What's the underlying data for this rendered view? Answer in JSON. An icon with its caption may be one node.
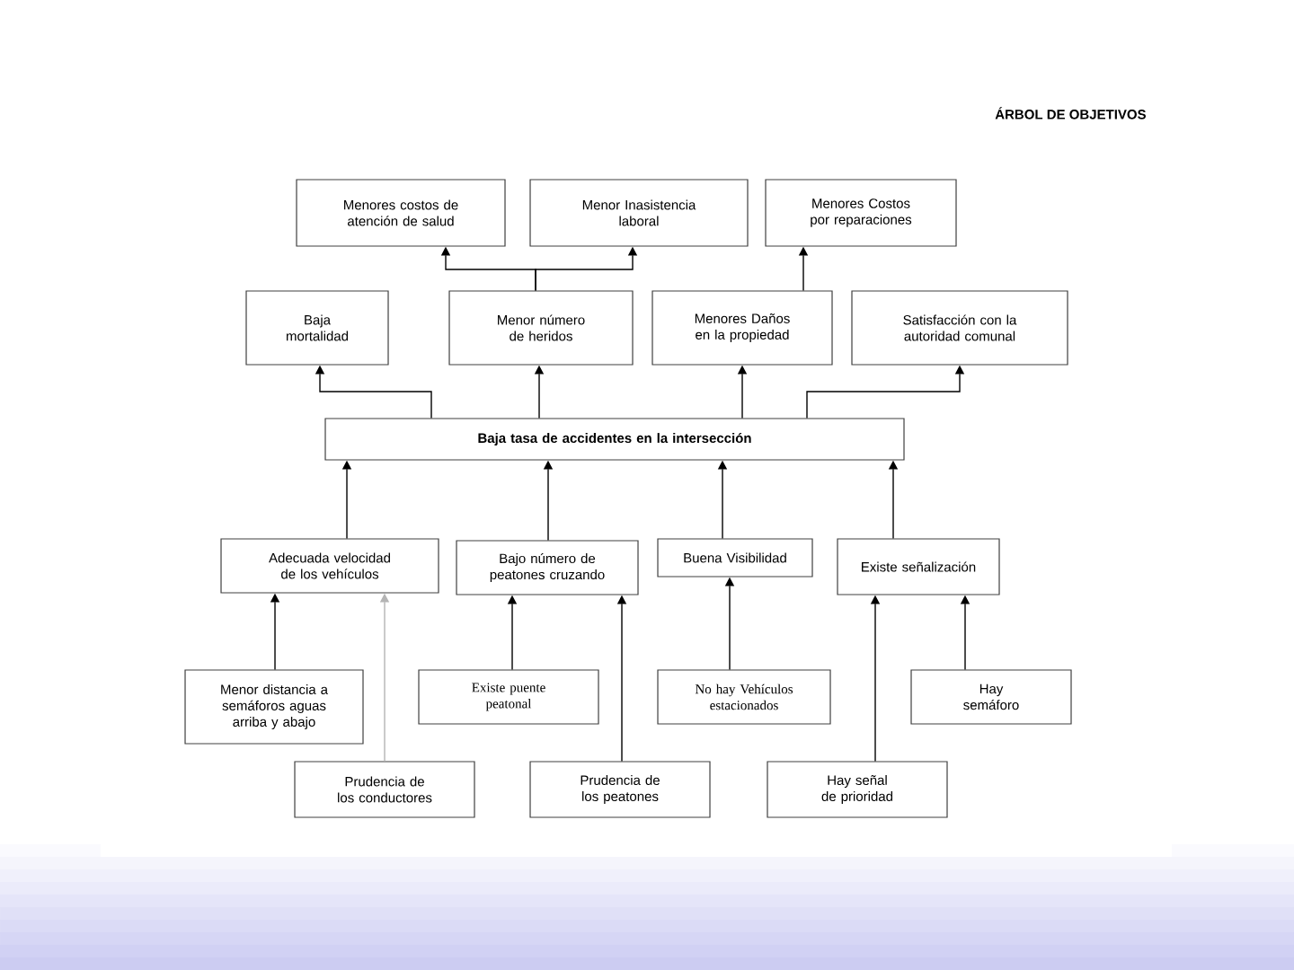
{
  "diagram": {
    "title": "ÁRBOL DE OBJETIVOS",
    "nodes": [
      {
        "text": [
          "Menores costos de atención de salud"
        ]
      },
      {
        "text": [
          "Menor Inasistencia laboral"
        ]
      },
      {
        "text": [
          "Menores Costos por reparaciones"
        ]
      },
      {
        "text": [
          "Baja mortalidad"
        ]
      },
      {
        "text": [
          "Menor número de heridos"
        ]
      },
      {
        "text": [
          "Menores Daños en la propiedad"
        ]
      },
      {
        "text": [
          "Satisfacción con la autoridad comunal"
        ]
      },
      {
        "text": [
          "Baja tasa de accidentes en la intersección"
        ]
      },
      {
        "text": [
          "Adecuada velocidad de los vehículos"
        ]
      },
      {
        "text": [
          "Bajo número de peatones cruzando"
        ]
      },
      {
        "text": [
          "Buena Visibilidad"
        ]
      },
      {
        "text": [
          "Existe señalización"
        ]
      },
      {
        "text": [
          "Menor distancia a semáforos aguas arriba y abajo"
        ]
      },
      {
        "text": [
          "Existe puente peatonal"
        ]
      },
      {
        "text": [
          "No hay Vehículos estacionados"
        ]
      },
      {
        "text": [
          "Hay semáforo"
        ]
      },
      {
        "text": [
          "Prudencia de los conductores"
        ]
      },
      {
        "text": [
          "Prudencia de los peatones"
        ]
      },
      {
        "text": [
          "Hay señal de prioridad"
        ]
      }
    ],
    "edges": [
      {
        "from": 4,
        "to": 0,
        "arrow": "to"
      },
      {
        "from": 4,
        "to": 1,
        "arrow": "to"
      },
      {
        "from": 5,
        "to": 2,
        "arrow": "to"
      },
      {
        "from": 7,
        "to": 3,
        "arrow": "to"
      },
      {
        "from": 7,
        "to": 4,
        "arrow": "to"
      },
      {
        "from": 7,
        "to": 5,
        "arrow": "to"
      },
      {
        "from": 7,
        "to": 6,
        "arrow": "to"
      },
      {
        "from": 8,
        "to": 7,
        "arrow": "to"
      },
      {
        "from": 9,
        "to": 7,
        "arrow": "to"
      },
      {
        "from": 10,
        "to": 7,
        "arrow": "to"
      },
      {
        "from": 11,
        "to": 7,
        "arrow": "to"
      },
      {
        "from": 12,
        "to": 8,
        "arrow": "to"
      },
      {
        "from": 16,
        "to": 8,
        "arrow": "to",
        "color": "#b4b4b4"
      },
      {
        "from": 13,
        "to": 9,
        "arrow": "to"
      },
      {
        "from": 17,
        "to": 9,
        "arrow": "to"
      },
      {
        "from": 14,
        "to": 10,
        "arrow": "to"
      },
      {
        "from": 18,
        "to": 11,
        "arrow": "to"
      },
      {
        "from": 15,
        "to": 11,
        "arrow": "to"
      }
    ]
  }
}
